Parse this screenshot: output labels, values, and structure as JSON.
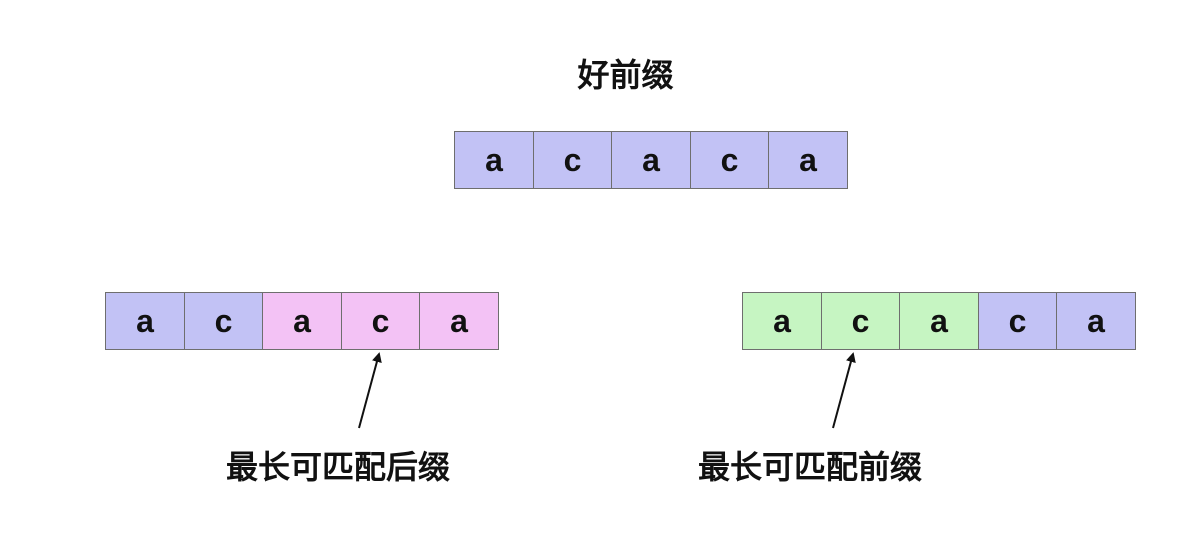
{
  "title": "好前缀",
  "colors": {
    "base": "#c2c2f5",
    "suffix": "#f3c2f5",
    "prefix": "#c6f5c2",
    "border": "#6e6e6e"
  },
  "rows": {
    "top": {
      "cells": [
        {
          "char": "a",
          "color": "base"
        },
        {
          "char": "c",
          "color": "base"
        },
        {
          "char": "a",
          "color": "base"
        },
        {
          "char": "c",
          "color": "base"
        },
        {
          "char": "a",
          "color": "base"
        }
      ]
    },
    "left": {
      "cells": [
        {
          "char": "a",
          "color": "base"
        },
        {
          "char": "c",
          "color": "base"
        },
        {
          "char": "a",
          "color": "suffix"
        },
        {
          "char": "c",
          "color": "suffix"
        },
        {
          "char": "a",
          "color": "suffix"
        }
      ]
    },
    "right": {
      "cells": [
        {
          "char": "a",
          "color": "prefix"
        },
        {
          "char": "c",
          "color": "prefix"
        },
        {
          "char": "a",
          "color": "prefix"
        },
        {
          "char": "c",
          "color": "base"
        },
        {
          "char": "a",
          "color": "base"
        }
      ]
    }
  },
  "labels": {
    "left": "最长可匹配后缀",
    "right": "最长可匹配前缀"
  }
}
